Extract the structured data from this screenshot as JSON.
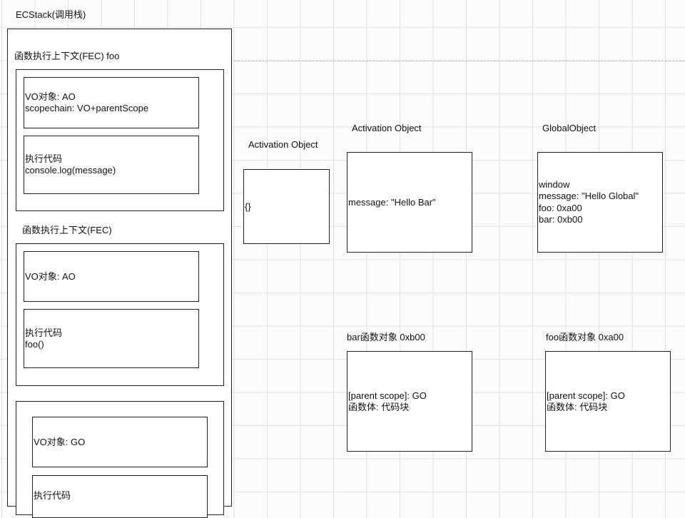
{
  "ecstack": {
    "title": "ECStack(调用栈)",
    "contexts": [
      {
        "label": "函数执行上下文(FEC) foo",
        "vo": [
          "VO对象: AO",
          "scopechain: VO+parentScope"
        ],
        "code": [
          "执行代码",
          "console.log(message)"
        ]
      },
      {
        "label": "函数执行上下文(FEC)",
        "vo": [
          "VO对象: AO"
        ],
        "code": [
          "执行代码",
          "foo()"
        ]
      },
      {
        "label": "",
        "vo": [
          "VO对象: GO"
        ],
        "code": [
          "执行代码"
        ]
      }
    ]
  },
  "objects": {
    "ao1": {
      "title": "Activation Object",
      "lines": [
        "{}"
      ]
    },
    "ao2": {
      "title": "Activation Object",
      "lines": [
        "message: \"Hello Bar\""
      ]
    },
    "go": {
      "title": "GlobalObject",
      "lines": [
        "window",
        "message: \"Hello Global\"",
        "foo: 0xa00",
        "bar: 0xb00"
      ]
    },
    "bar": {
      "title": "bar函数对象 0xb00",
      "lines": [
        "[parent scope]: GO",
        "函数体: 代码块"
      ]
    },
    "foo": {
      "title": "foo函数对象 0xa00",
      "lines": [
        "[parent scope]: GO",
        "函数体: 代码块"
      ]
    }
  }
}
